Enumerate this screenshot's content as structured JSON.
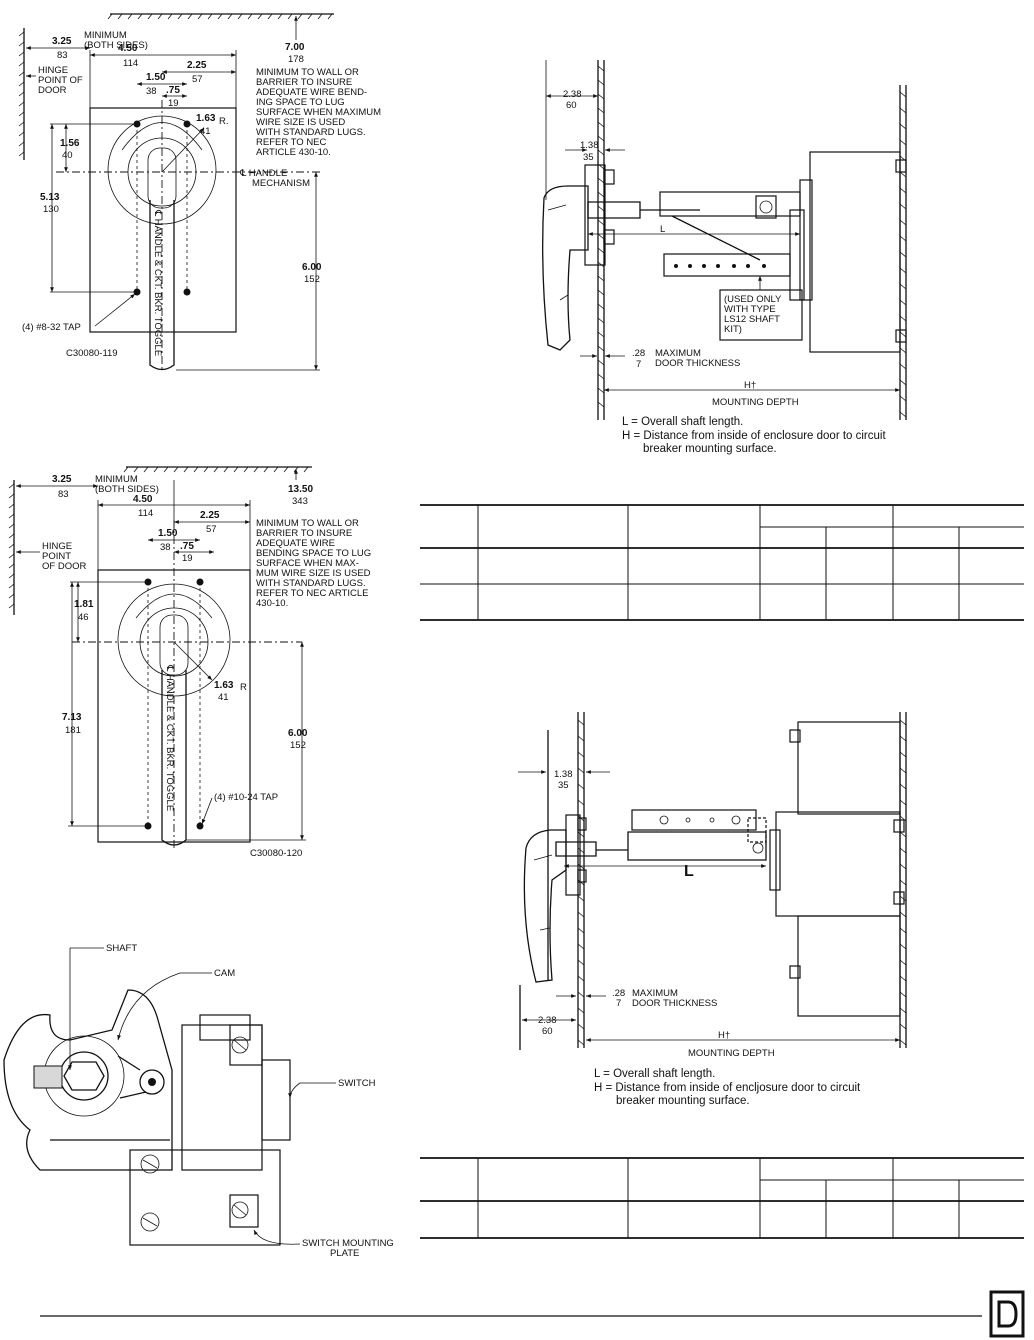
{
  "fig1": {
    "min_325": "3.25",
    "min_83": "83",
    "minimum": "MINIMUM",
    "both_sides": "(BOTH SIDES)",
    "d450": "4.50",
    "d114": "114",
    "d225": "2.25",
    "d57": "57",
    "d150": "1.50",
    "d38": "38",
    "d75": ".75",
    "d19": "19",
    "d163": "1.63",
    "d41": "41",
    "r": "R.",
    "d156": "1.56",
    "d40": "40",
    "d513": "5.13",
    "d130": "130",
    "d700": "7.00",
    "d178": "178",
    "d600": "6.00",
    "d152": "152",
    "hinge1": "HINGE",
    "hinge2": "POINT OF",
    "hinge3": "DOOR",
    "note": [
      "MINIMUM TO WALL OR",
      "BARRIER TO INSURE",
      "ADEQUATE WIRE BEND-",
      "ING SPACE TO LUG",
      "SURFACE WHEN MAXIMUM",
      "WIRE SIZE IS USED",
      "WITH STANDARD LUGS.",
      "REFER TO NEC",
      "ARTICLE 430-10."
    ],
    "cl1": "℄ HANDLE",
    "cl2": "MECHANISM",
    "toggle": "℄ HANDLE & CKT. BKR. TOGGLE",
    "tap": "(4) #8-32 TAP",
    "code": "C30080-119"
  },
  "fig2": {
    "min_325": "3.25",
    "min_83": "83",
    "minimum": "MINIMUM",
    "both_sides": "(BOTH SIDES)",
    "d450": "4.50",
    "d114": "114",
    "d225": "2.25",
    "d57": "57",
    "d150": "1.50",
    "d38": "38",
    "d75": ".75",
    "d19": "19",
    "d181": "1.81",
    "d46": "46",
    "d163": "1.63",
    "d41": "41",
    "r": "R",
    "d713": "7.13",
    "d181b": "181",
    "d1350": "13.50",
    "d343": "343",
    "d600": "6.00",
    "d152": "152",
    "hinge1": "HINGE",
    "hinge2": "POINT",
    "hinge3": "OF DOOR",
    "note": [
      "MINIMUM TO WALL OR",
      "BARRIER TO INSURE",
      "ADEQUATE WIRE",
      "BENDING SPACE TO LUG",
      "SURFACE WHEN MAX-",
      "MUM WIRE SIZE IS USED",
      "WITH STANDARD LUGS.",
      "REFER TO NEC ARTICLE",
      "430-10."
    ],
    "toggle": "℄ HANDLE & CKT. BKR. TOGGLE",
    "tap": "(4) #10-24 TAP",
    "code": "C30080-120"
  },
  "fig3": {
    "shaft": "SHAFT",
    "cam": "CAM",
    "switch": "SWITCH",
    "plate1": "SWITCH MOUNTING",
    "plate2": "PLATE"
  },
  "fig4": {
    "d238": "2.38",
    "d60": "60",
    "d138": "1.38",
    "d35": "35",
    "L": "L",
    "used": [
      "(USED ONLY",
      "WITH TYPE",
      "LS12 SHAFT",
      "KIT)"
    ],
    "d28": ".28",
    "d7": "7",
    "max": "MAXIMUM",
    "door": "DOOR THICKNESS",
    "H": "H†",
    "depth": "MOUNTING DEPTH",
    "cap1": "L = Overall shaft length.",
    "cap2": "H = Distance from inside of enclosure door to circuit",
    "cap3": "breaker mounting surface."
  },
  "fig5": {
    "d138": "1.38",
    "d35": "35",
    "L": "L",
    "d28": ".28",
    "d7": "7",
    "max": "MAXIMUM",
    "door": "DOOR THICKNESS",
    "d238": "2.38",
    "d60": "60",
    "H": "H†",
    "depth": "MOUNTING DEPTH",
    "cap1": "L = Overall shaft length.",
    "cap2": "H = Distance from inside of encljosure door to circuit",
    "cap3": "breaker mounting surface."
  }
}
